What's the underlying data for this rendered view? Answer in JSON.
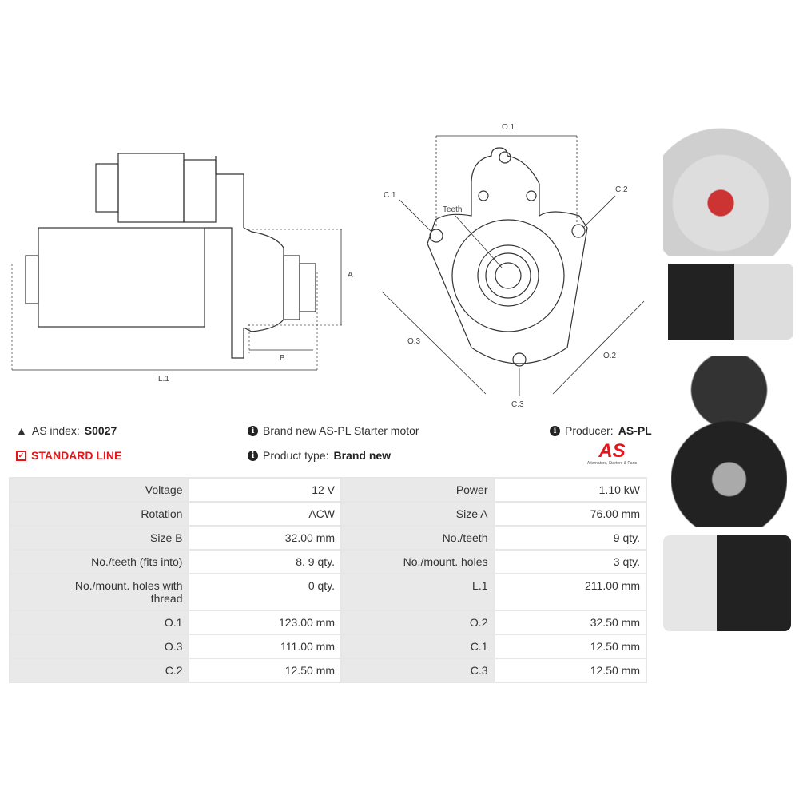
{
  "diagram": {
    "labels": {
      "a": "A",
      "b": "B",
      "l1": "L.1",
      "o1": "O.1",
      "o2": "O.2",
      "o3": "O.3",
      "c1": "C.1",
      "c2": "C.2",
      "c3": "C.3",
      "teeth": "Teeth"
    }
  },
  "info": {
    "as_index_label": "AS index:",
    "as_index_value": "S0027",
    "line": "STANDARD LINE",
    "description": "Brand new AS-PL Starter motor",
    "product_type_label": "Product type:",
    "product_type_value": "Brand new",
    "producer_label": "Producer:",
    "producer_value": "AS-PL",
    "logo_text": "AS",
    "logo_tagline": "Alternators, Starters & Parts"
  },
  "colors": {
    "accent": "#e3161b"
  },
  "specs": [
    [
      "Voltage",
      "12 V",
      "Power",
      "1.10 kW"
    ],
    [
      "Rotation",
      "ACW",
      "Size A",
      "76.00 mm"
    ],
    [
      "Size B",
      "32.00 mm",
      "No./teeth",
      "9 qty."
    ],
    [
      "No./teeth (fits into)",
      "8. 9 qty.",
      "No./mount. holes",
      "3 qty."
    ],
    [
      "No./mount. holes with thread",
      "0 qty.",
      "L.1",
      "211.00 mm"
    ],
    [
      "O.1",
      "123.00 mm",
      "O.2",
      "32.50 mm"
    ],
    [
      "O.3",
      "111.00 mm",
      "C.1",
      "12.50 mm"
    ],
    [
      "C.2",
      "12.50 mm",
      "C.3",
      "12.50 mm"
    ]
  ]
}
